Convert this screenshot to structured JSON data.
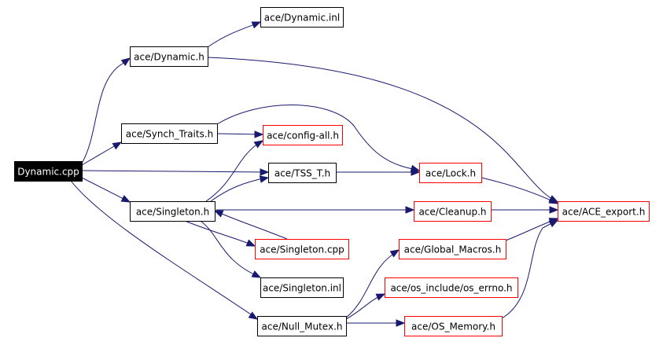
{
  "graph": {
    "colors": {
      "edge": "#191970",
      "node_border_default": "#000000",
      "node_border_red": "#ff0000",
      "root_fill": "#000000",
      "root_text": "#ffffff"
    },
    "nodes": {
      "dynamic_cpp": {
        "label": "Dynamic.cpp",
        "style": "root"
      },
      "dynamic_inl": {
        "label": "ace/Dynamic.inl",
        "style": "black"
      },
      "dynamic_h": {
        "label": "ace/Dynamic.h",
        "style": "black"
      },
      "synch_traits_h": {
        "label": "ace/Synch_Traits.h",
        "style": "black"
      },
      "config_all_h": {
        "label": "ace/config-all.h",
        "style": "red"
      },
      "tss_t_h": {
        "label": "ace/TSS_T.h",
        "style": "black"
      },
      "lock_h": {
        "label": "ace/Lock.h",
        "style": "red"
      },
      "singleton_h": {
        "label": "ace/Singleton.h",
        "style": "black"
      },
      "cleanup_h": {
        "label": "ace/Cleanup.h",
        "style": "red"
      },
      "ace_export_h": {
        "label": "ace/ACE_export.h",
        "style": "red"
      },
      "singleton_cpp": {
        "label": "ace/Singleton.cpp",
        "style": "red"
      },
      "global_macros_h": {
        "label": "ace/Global_Macros.h",
        "style": "red"
      },
      "singleton_inl": {
        "label": "ace/Singleton.inl",
        "style": "black"
      },
      "os_errno_h": {
        "label": "ace/os_include/os_errno.h",
        "style": "red"
      },
      "null_mutex_h": {
        "label": "ace/Null_Mutex.h",
        "style": "black"
      },
      "os_memory_h": {
        "label": "ace/OS_Memory.h",
        "style": "red"
      }
    },
    "edges": [
      [
        "dynamic_cpp",
        "dynamic_h"
      ],
      [
        "dynamic_cpp",
        "synch_traits_h"
      ],
      [
        "dynamic_cpp",
        "tss_t_h"
      ],
      [
        "dynamic_cpp",
        "singleton_h"
      ],
      [
        "dynamic_cpp",
        "null_mutex_h"
      ],
      [
        "dynamic_h",
        "dynamic_inl"
      ],
      [
        "dynamic_h",
        "ace_export_h"
      ],
      [
        "synch_traits_h",
        "config_all_h"
      ],
      [
        "synch_traits_h",
        "lock_h"
      ],
      [
        "tss_t_h",
        "lock_h"
      ],
      [
        "lock_h",
        "ace_export_h"
      ],
      [
        "singleton_h",
        "config_all_h"
      ],
      [
        "singleton_h",
        "tss_t_h"
      ],
      [
        "singleton_h",
        "cleanup_h"
      ],
      [
        "singleton_h",
        "singleton_cpp"
      ],
      [
        "singleton_h",
        "singleton_inl"
      ],
      [
        "singleton_cpp",
        "singleton_h"
      ],
      [
        "cleanup_h",
        "ace_export_h"
      ],
      [
        "global_macros_h",
        "ace_export_h"
      ],
      [
        "null_mutex_h",
        "global_macros_h"
      ],
      [
        "null_mutex_h",
        "os_errno_h"
      ],
      [
        "null_mutex_h",
        "os_memory_h"
      ],
      [
        "os_memory_h",
        "ace_export_h"
      ]
    ]
  }
}
